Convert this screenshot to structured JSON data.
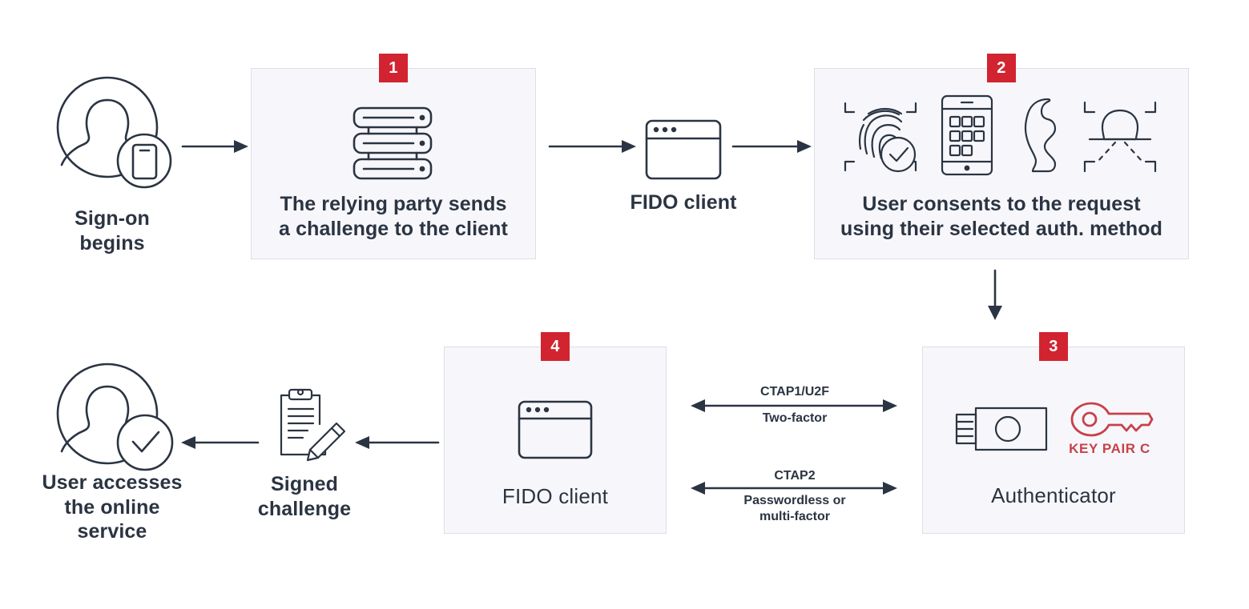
{
  "diagram": {
    "title": "FIDO authentication flow",
    "colors": {
      "ink": "#2b3442",
      "badge_red": "#d12430",
      "key_red": "#c8414a",
      "box_fill": "#f7f7fb",
      "box_border": "#dcdfe6",
      "background": "#ffffff"
    }
  },
  "nodes": {
    "signon": {
      "caption": "Sign-on\nbegins",
      "icon": "user-with-phone-icon"
    },
    "step1": {
      "number": "1",
      "caption": "The relying party sends\na challenge to the client",
      "icon": "server-stack-icon"
    },
    "fido_client_top": {
      "caption": "FIDO client",
      "icon": "browser-window-icon"
    },
    "step2": {
      "number": "2",
      "caption": "User consents to the request\nusing their selected auth. method",
      "icons": [
        "fingerprint-scan-icon",
        "smartphone-keypad-icon",
        "phone-handset-icon",
        "face-scan-icon"
      ]
    },
    "step3": {
      "number": "3",
      "caption": "Authenticator",
      "key_label": "KEY PAIR C",
      "icons": [
        "usb-security-key-icon",
        "key-icon"
      ]
    },
    "step4": {
      "number": "4",
      "caption": "FIDO client",
      "icon": "browser-window-icon"
    },
    "signed_challenge": {
      "caption": "Signed\nchallenge",
      "icon": "clipboard-pencil-icon"
    },
    "user_access": {
      "caption": "User accesses\nthe online\nservice",
      "icon": "user-check-icon"
    }
  },
  "connectors": {
    "ctap1": {
      "label_top": "CTAP1/U2F",
      "label_bottom": "Two-factor"
    },
    "ctap2": {
      "label_top": "CTAP2",
      "label_bottom": "Passwordless or\nmulti-factor"
    }
  }
}
